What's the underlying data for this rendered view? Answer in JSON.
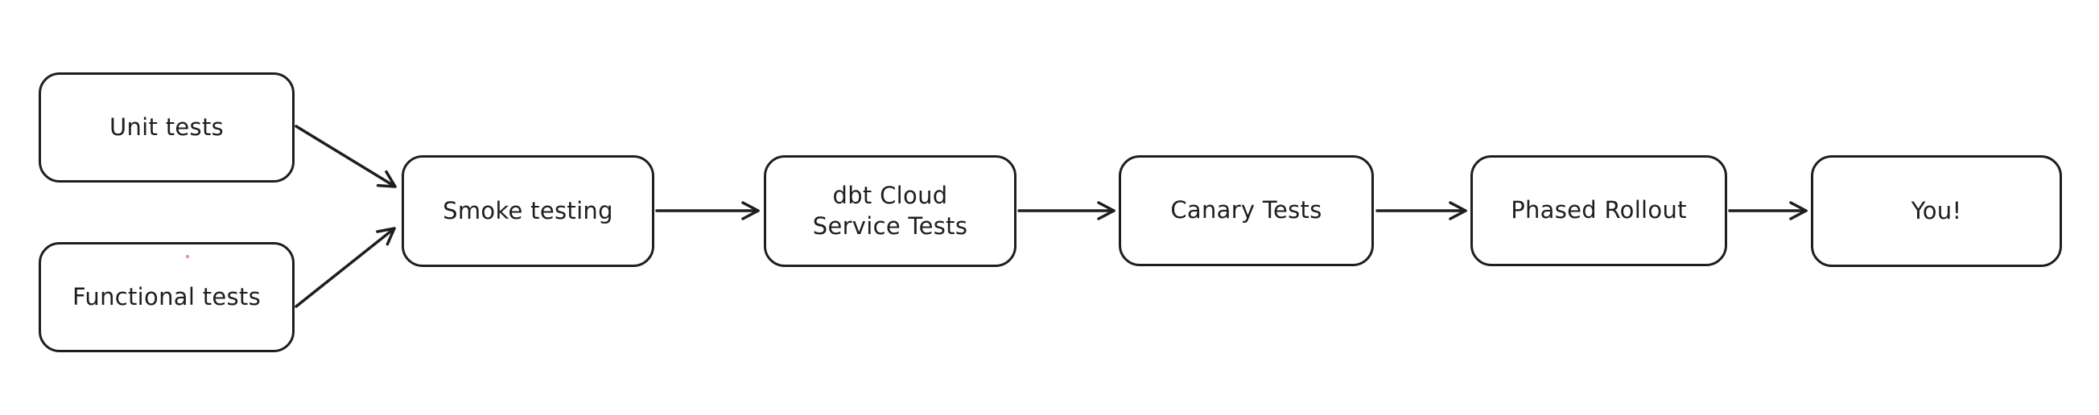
{
  "diagram": {
    "type": "flowchart",
    "nodes": [
      {
        "id": "unit-tests",
        "label": "Unit tests"
      },
      {
        "id": "functional-tests",
        "label": "Functional tests"
      },
      {
        "id": "smoke-testing",
        "label": "Smoke testing"
      },
      {
        "id": "dbt-cloud-service-tests",
        "label": "dbt Cloud\nService Tests"
      },
      {
        "id": "canary-tests",
        "label": "Canary Tests"
      },
      {
        "id": "phased-rollout",
        "label": "Phased Rollout"
      },
      {
        "id": "you",
        "label": "You!"
      }
    ],
    "edges": [
      {
        "from": "unit-tests",
        "to": "smoke-testing",
        "arrow": "end"
      },
      {
        "from": "functional-tests",
        "to": "smoke-testing",
        "arrow": "end"
      },
      {
        "from": "smoke-testing",
        "to": "dbt-cloud-service-tests",
        "arrow": "end"
      },
      {
        "from": "dbt-cloud-service-tests",
        "to": "canary-tests",
        "arrow": "end"
      },
      {
        "from": "canary-tests",
        "to": "phased-rollout",
        "arrow": "end"
      },
      {
        "from": "phased-rollout",
        "to": "you",
        "arrow": "end"
      }
    ],
    "colors": {
      "stroke": "#1e1e1e",
      "background": "#ffffff",
      "stray_dot": "#e06666"
    }
  }
}
